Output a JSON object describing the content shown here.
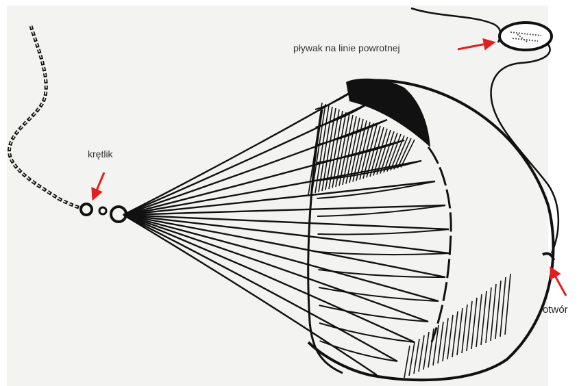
{
  "labels": {
    "swivel": "krętlik",
    "float": "pływak na linie powrotnej",
    "hole": "otwór"
  },
  "colors": {
    "ink": "#111111",
    "arrow": "#e02020",
    "label_text": "#333333",
    "paper": "#f3f3f1"
  }
}
